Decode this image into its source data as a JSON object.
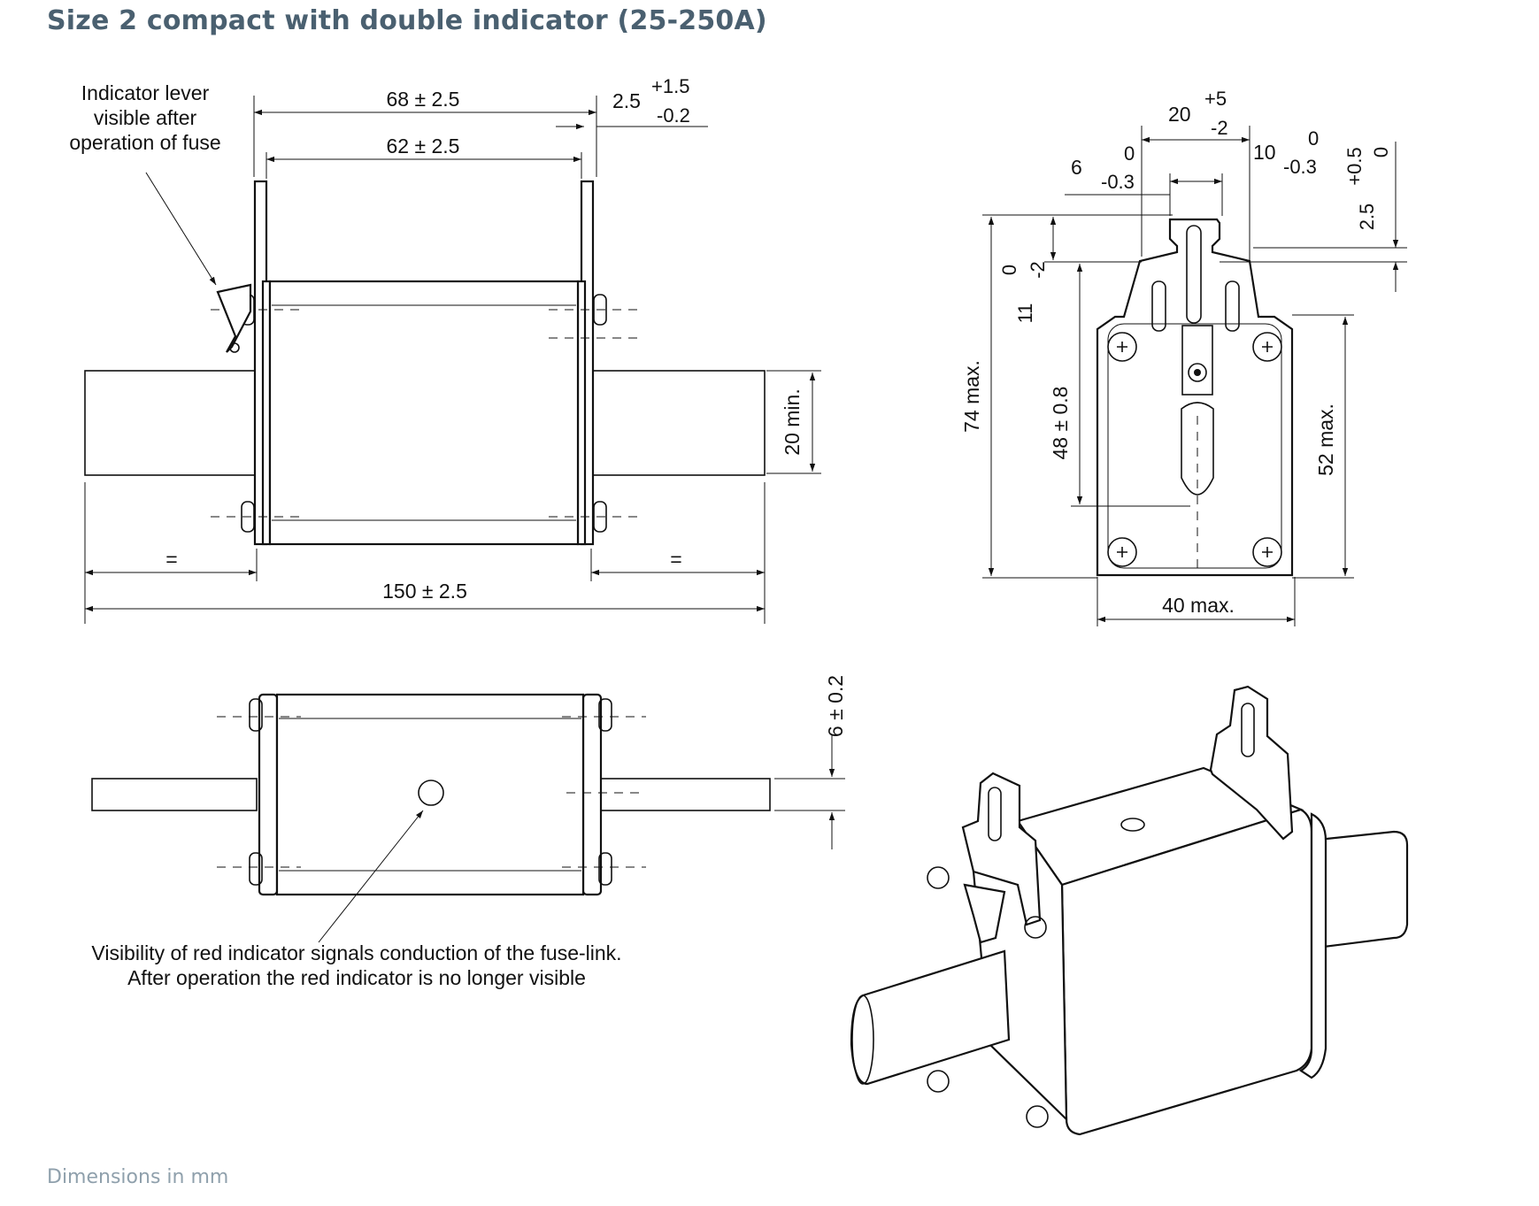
{
  "header": {
    "title": "Size 2 compact with double indicator (25-250A)"
  },
  "footer": {
    "note": "Dimensions in mm"
  },
  "front_view": {
    "callout_indicator_lever": [
      "Indicator lever",
      "visible after",
      "operation of fuse"
    ],
    "dim_68": "68 ± 2.5",
    "dim_62": "62 ± 2.5",
    "dim_2_5": "2.5",
    "tol_plus_1_5": "+1.5",
    "tol_minus_0_2": "-0.2",
    "dim_20_min": "20 min.",
    "dim_150": "150 ± 2.5",
    "equal_left": "=",
    "equal_right": "="
  },
  "side_view": {
    "dim_20": "20",
    "tol_plus_5": "+5",
    "tol_minus_2": "-2",
    "dim_6": "6",
    "tol_0_a": "0",
    "tol_minus_0_3_a": "-0.3",
    "dim_10": "10",
    "tol_0_b": "0",
    "tol_minus_0_3_b": "-0.3",
    "tol_plus_0_5": "+0.5",
    "tol_0_c": "0",
    "dim_2_5": "2.5",
    "dim_74_max": "74 max.",
    "dim_11": "11",
    "tol_0_d": "0",
    "tol_minus_2_b": "-2",
    "dim_48": "48 ± 0.8",
    "dim_52_max": "52 max.",
    "dim_40_max": "40 max."
  },
  "top_view": {
    "dim_6": "6 ± 0.2",
    "callout_indicator": [
      "Visibility of red indicator signals conduction of the fuse-link.",
      "After operation the red indicator is no longer visible"
    ]
  }
}
